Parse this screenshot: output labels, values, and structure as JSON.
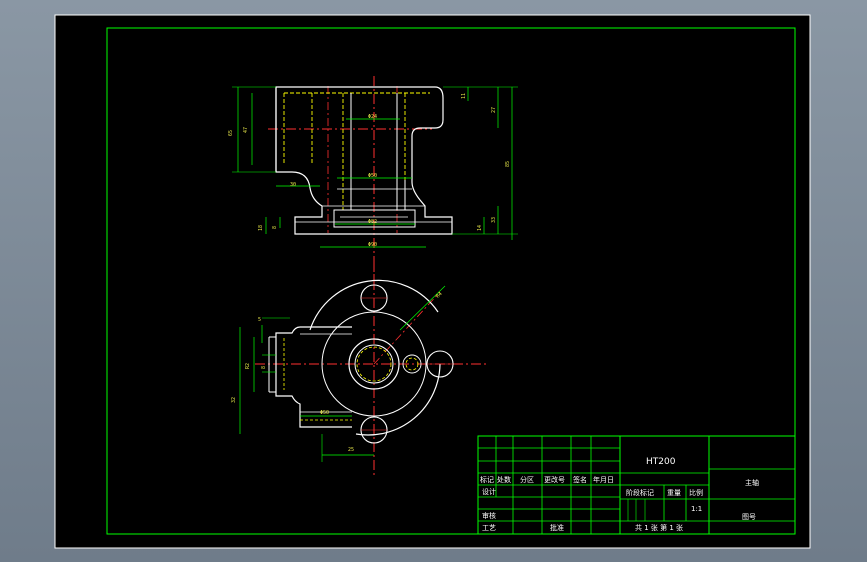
{
  "drawing": {
    "colors": {
      "border": "#00ff00",
      "outline": "#ffffff",
      "hidden": "#ffff00",
      "centerline": "#ff0000",
      "dimension": "#00ff00",
      "sheet": "#000000"
    },
    "front_view_dims": {
      "top_hole": "Φ24",
      "mid_bore": "Φ50",
      "base_bore": "Φ82",
      "overall_width": "Φ90",
      "left_height": "65",
      "left_inner": "47",
      "left_step": "30",
      "base_height": "18",
      "base_small": "8",
      "right_top": "11",
      "right_upper": "27",
      "right_total": "85",
      "right_lower": "33",
      "right_base": "14"
    },
    "top_view_dims": {
      "radius": "R4",
      "slot_width": "5",
      "slot_left": "R2",
      "slot_depth": "8",
      "overall_left": "32",
      "boss": "Φ50",
      "offset": "25"
    }
  },
  "title_block": {
    "material": "HT200",
    "part_name": "主轴",
    "drawing_no": "图号",
    "scale_value": "1:1",
    "row_labels": [
      "标记",
      "处数",
      "分区",
      "更改号",
      "签名",
      "年月日"
    ],
    "designer": "设计",
    "checker": "审核",
    "process": "工艺",
    "approve": "批准",
    "stage_label": "阶段标记",
    "weight_label": "重量",
    "scale_label": "比例",
    "sheets": "共 1 张 第 1 张"
  }
}
